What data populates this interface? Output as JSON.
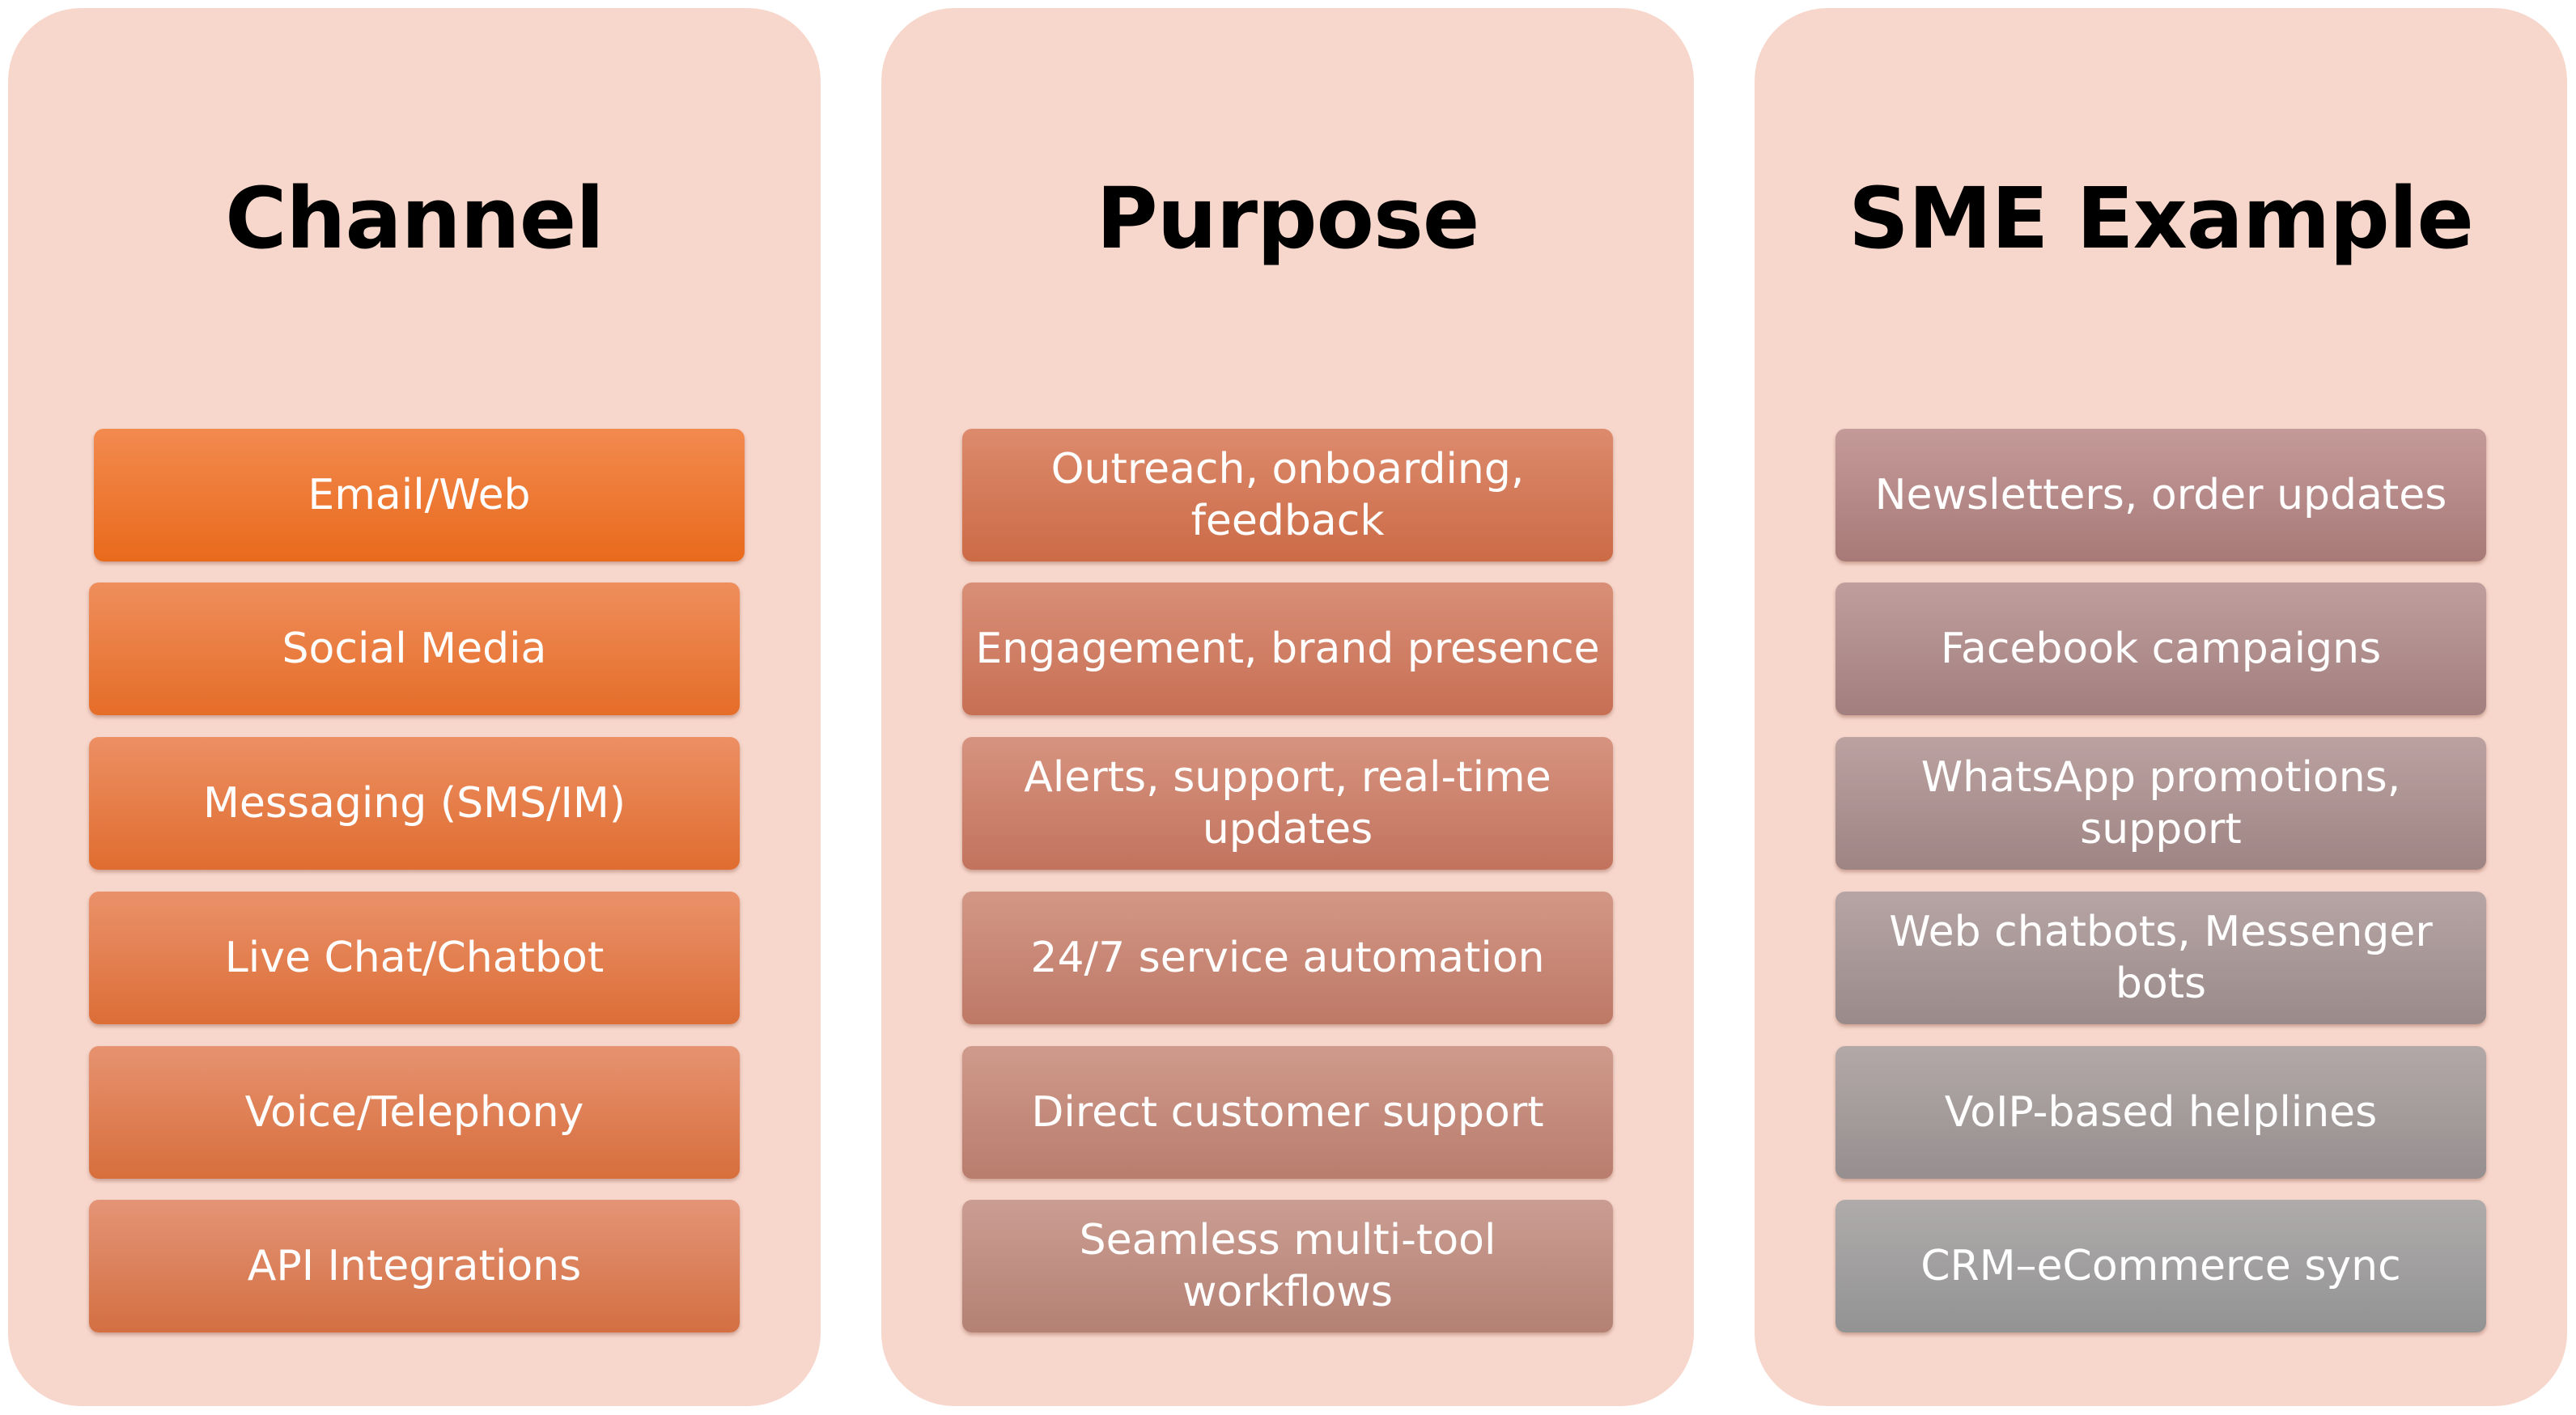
{
  "columns": [
    {
      "title": "Channel",
      "items": [
        {
          "label": "Email/Web",
          "color_top": "#f28a4f",
          "color_bottom": "#e96a1c"
        },
        {
          "label": "Social Media",
          "color_top": "#ef8e5c",
          "color_bottom": "#e56d28"
        },
        {
          "label": "Messaging (SMS/IM)",
          "color_top": "#ec8f63",
          "color_bottom": "#e06d30"
        },
        {
          "label": "Live Chat/Chatbot",
          "color_top": "#ea916a",
          "color_bottom": "#dc6e37"
        },
        {
          "label": "Voice/Telephony",
          "color_top": "#e79270",
          "color_bottom": "#d76e3c"
        },
        {
          "label": "API Integrations",
          "color_top": "#e49476",
          "color_bottom": "#d36f42"
        }
      ]
    },
    {
      "title": "Purpose",
      "items": [
        {
          "label": "Outreach, onboarding, feedback",
          "color_top": "#dc8a6d",
          "color_bottom": "#cc6b46"
        },
        {
          "label": "Engagement, brand presence",
          "color_top": "#d98f77",
          "color_bottom": "#c76f54"
        },
        {
          "label": "Alerts, support, real-time updates",
          "color_top": "#d6937f",
          "color_bottom": "#c2735e"
        },
        {
          "label": "24/7 service automation",
          "color_top": "#d39786",
          "color_bottom": "#be7866"
        },
        {
          "label": "Direct customer support",
          "color_top": "#cf9a8c",
          "color_bottom": "#b97d6d"
        },
        {
          "label": "Seamless multi-tool workflows",
          "color_top": "#cb9d92",
          "color_bottom": "#b48174"
        }
      ]
    },
    {
      "title": "SME Example",
      "items": [
        {
          "label": "Newsletters, order updates",
          "color_top": "#c49a98",
          "color_bottom": "#a77a78"
        },
        {
          "label": "Facebook campaigns",
          "color_top": "#bf9e9d",
          "color_bottom": "#a27f7e"
        },
        {
          "label": "WhatsApp promotions, support",
          "color_top": "#bba2a1",
          "color_bottom": "#9e8584"
        },
        {
          "label": "Web chatbots, Messenger bots",
          "color_top": "#b7a5a5",
          "color_bottom": "#9a8a8a"
        },
        {
          "label": "VoIP-based helplines",
          "color_top": "#b3a8a8",
          "color_bottom": "#968f8f"
        },
        {
          "label": "CRM–eCommerce sync",
          "color_top": "#afabab",
          "color_bottom": "#939393"
        }
      ]
    }
  ],
  "colors": {
    "panel_background": "#f7d7cc",
    "title_text": "#000000",
    "box_text": "#ffffff"
  }
}
